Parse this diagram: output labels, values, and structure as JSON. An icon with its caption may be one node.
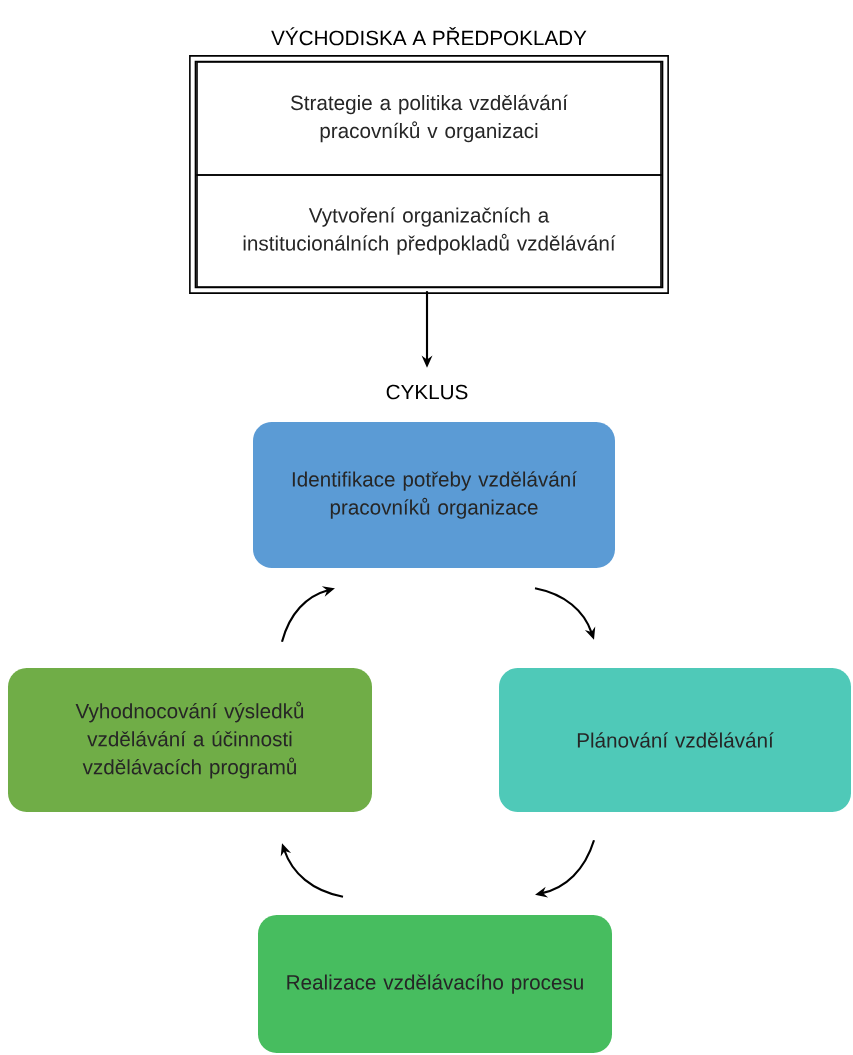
{
  "diagram": {
    "nodes": [
      {
        "text": [
          "VÝCHODISKA A PŘEDPOKLADY"
        ]
      },
      {
        "text": [
          "Strategie a politika vzdělávání pracovníků v organizaci"
        ],
        "in": 0
      },
      {
        "text": [
          "Vytvoření organizačních a institucionálních předpokladů vzdělávání"
        ],
        "in": 0
      },
      {
        "text": [
          "Identifikace potřeby vzdělávání pracovníků organizace"
        ]
      },
      {
        "text": [
          "Plánování vzdělávání"
        ]
      },
      {
        "text": [
          "Realizace vzdělávacího procesu"
        ]
      },
      {
        "text": [
          "Vyhodnocování výsledků vzdělávání a účinnosti vzdělávacích programů"
        ]
      }
    ],
    "edges": [
      {
        "from": 0,
        "to": 3,
        "arrow": "to"
      },
      {
        "from": 3,
        "to": 4,
        "arrow": "to"
      },
      {
        "from": 4,
        "to": 5,
        "arrow": "to"
      },
      {
        "from": 5,
        "to": 6,
        "arrow": "to"
      },
      {
        "from": 6,
        "to": 3,
        "arrow": "to"
      }
    ],
    "labels": [
      "CYKLUS"
    ]
  }
}
